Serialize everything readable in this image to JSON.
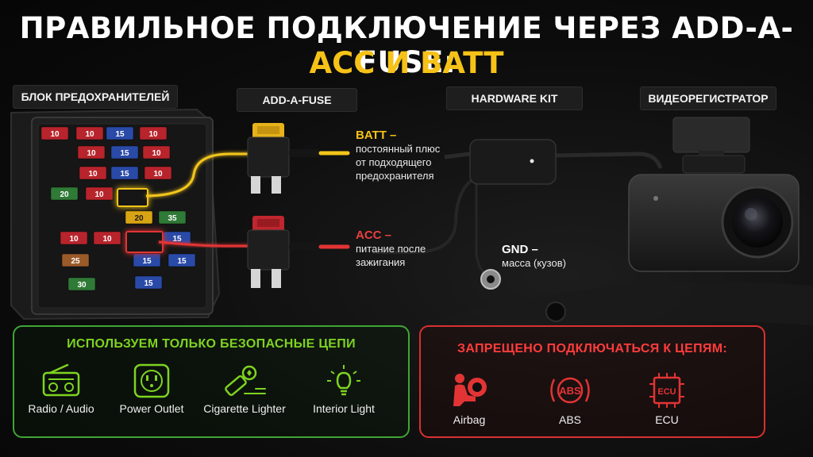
{
  "title": {
    "line1": "ПРАВИЛЬНОЕ ПОДКЛЮЧЕНИЕ ЧЕРЕЗ ADD-A-FUSE:",
    "line2": "ACC И BATT"
  },
  "colors": {
    "accent_yellow": "#f6c218",
    "accent_red": "#e23434",
    "accent_green": "#7ed321",
    "panel_green_border": "#3fa536",
    "panel_red_border": "#d83030"
  },
  "sections": {
    "fuse_box": "БЛОК ПРЕДОХРАНИТЕЛЕЙ",
    "add_a_fuse": "ADD-A-FUSE",
    "hardware_kit": "HARDWARE KIT",
    "dashcam": "ВИДЕОРЕГИСТРАТОР"
  },
  "fuses": [
    {
      "value": "10",
      "color": "red"
    },
    {
      "value": "10",
      "color": "red"
    },
    {
      "value": "15",
      "color": "blue"
    },
    {
      "value": "10",
      "color": "red"
    },
    {
      "value": "10",
      "color": "red"
    },
    {
      "value": "15",
      "color": "blue"
    },
    {
      "value": "10",
      "color": "red"
    },
    {
      "value": "10",
      "color": "red"
    },
    {
      "value": "15",
      "color": "blue"
    },
    {
      "value": "10",
      "color": "red"
    },
    {
      "value": "20",
      "color": "green"
    },
    {
      "value": "10",
      "color": "red"
    },
    {
      "value": "20",
      "color": "yellow"
    },
    {
      "value": "35",
      "color": "green"
    },
    {
      "value": "10",
      "color": "red"
    },
    {
      "value": "10",
      "color": "red"
    },
    {
      "value": "15",
      "color": "blue"
    },
    {
      "value": "25",
      "color": "brown"
    },
    {
      "value": "15",
      "color": "blue"
    },
    {
      "value": "15",
      "color": "blue"
    },
    {
      "value": "30",
      "color": "green"
    },
    {
      "value": "15",
      "color": "blue"
    }
  ],
  "batt": {
    "title": "BATT –",
    "desc": [
      "постоянный плюс",
      "от подходящего",
      "предохранителя"
    ]
  },
  "acc": {
    "title": "ACC –",
    "desc": [
      "питание после",
      "зажигания"
    ]
  },
  "gnd": {
    "title": "GND –",
    "desc": "масса (кузов)"
  },
  "safe_panel": {
    "title": "ИСПОЛЬЗУЕМ ТОЛЬКО БЕЗОПАСНЫЕ ЦЕПИ",
    "items": [
      {
        "label": "Radio / Audio",
        "icon": "radio-icon"
      },
      {
        "label": "Power Outlet",
        "icon": "power-outlet-icon"
      },
      {
        "label": "Cigarette Lighter",
        "icon": "cigarette-lighter-icon"
      },
      {
        "label": "Interior Light",
        "icon": "interior-light-icon"
      }
    ]
  },
  "forbidden_panel": {
    "title": "ЗАПРЕЩЕНО ПОДКЛЮЧАТЬСЯ К ЦЕПЯМ:",
    "items": [
      {
        "label": "Airbag",
        "icon": "airbag-icon"
      },
      {
        "label": "ABS",
        "icon": "abs-icon",
        "icon_text": "ABS"
      },
      {
        "label": "ECU",
        "icon": "ecu-icon",
        "icon_text": "ECU"
      }
    ]
  }
}
